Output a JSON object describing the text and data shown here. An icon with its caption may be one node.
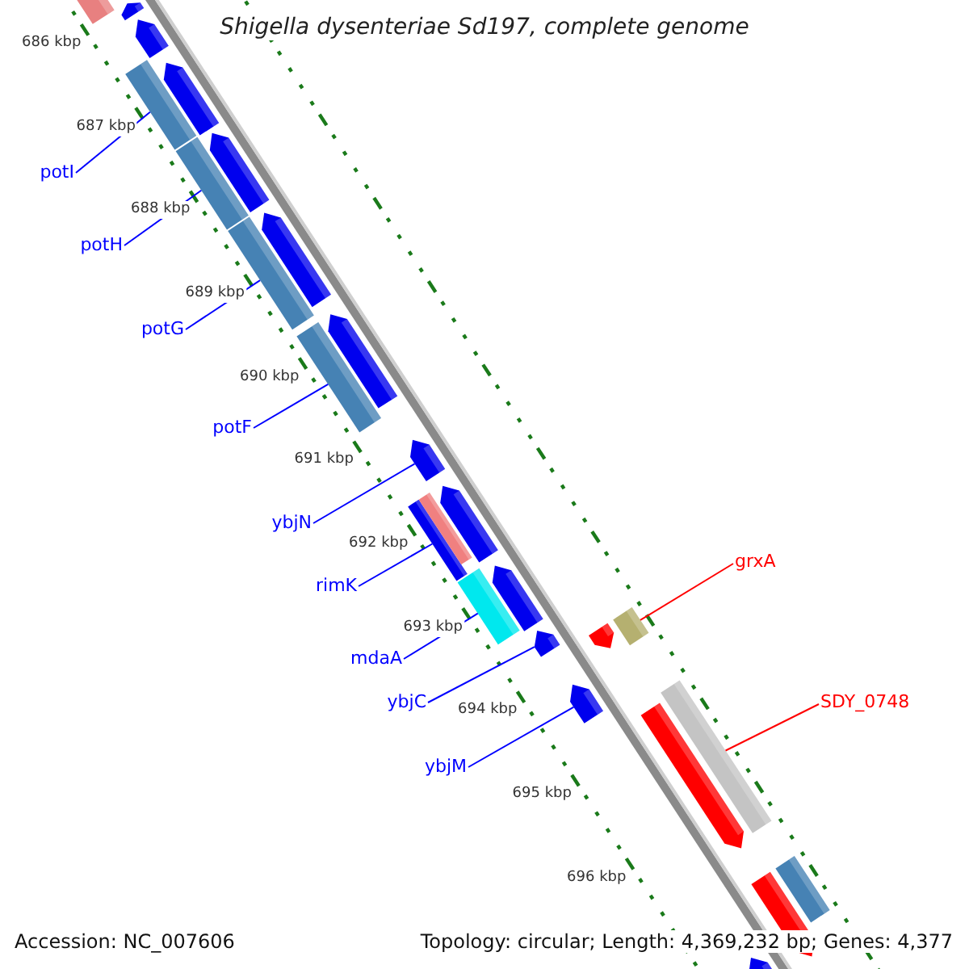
{
  "diagram": {
    "title": "Shigella dysenteriae Sd197, complete genome",
    "nodes": [
      {
        "text": [
          "potI"
        ]
      },
      {
        "text": [
          "potH"
        ]
      },
      {
        "text": [
          "potG"
        ]
      },
      {
        "text": [
          "potF"
        ]
      },
      {
        "text": [
          "ybjN"
        ]
      },
      {
        "text": [
          "rimK"
        ]
      },
      {
        "text": [
          "mdaA"
        ]
      },
      {
        "text": [
          "ybjC"
        ]
      },
      {
        "text": [
          "ybjM"
        ]
      },
      {
        "text": [
          "grxA"
        ]
      },
      {
        "text": [
          "SDY_0748"
        ]
      },
      {
        "text": [],
        "shape": "arrow"
      },
      {
        "text": [],
        "shape": "bar"
      },
      {
        "text": [],
        "shape": "arrow"
      },
      {
        "text": [],
        "shape": "bar"
      },
      {
        "text": [],
        "shape": "arrow"
      },
      {
        "text": [],
        "shape": "bar"
      },
      {
        "text": [],
        "shape": "arrow"
      },
      {
        "text": [],
        "shape": "bar"
      },
      {
        "text": [],
        "shape": "arrow"
      },
      {
        "text": [],
        "shape": "bar"
      },
      {
        "text": [],
        "shape": "arrow"
      },
      {
        "text": [],
        "shape": "arrow"
      },
      {
        "text": [],
        "shape": "bar"
      },
      {
        "text": [],
        "shape": "bar"
      },
      {
        "text": [],
        "shape": "arrow"
      },
      {
        "text": [],
        "shape": "bar"
      },
      {
        "text": [],
        "shape": "arrow"
      },
      {
        "text": [],
        "shape": "arrow"
      },
      {
        "text": [],
        "shape": "arrow"
      },
      {
        "text": [],
        "shape": "bar"
      },
      {
        "text": [],
        "shape": "arrow"
      },
      {
        "text": [],
        "shape": "bar"
      },
      {
        "text": [],
        "shape": "arrow"
      },
      {
        "text": [],
        "shape": "arrow"
      },
      {
        "text": [],
        "shape": "bar"
      },
      {
        "text": [],
        "shape": "arrow"
      }
    ],
    "edges": [
      {
        "from": 0,
        "to": 14,
        "arrow": "none"
      },
      {
        "from": 1,
        "to": 16,
        "arrow": "none"
      },
      {
        "from": 2,
        "to": 18,
        "arrow": "none"
      },
      {
        "from": 3,
        "to": 20,
        "arrow": "none"
      },
      {
        "from": 4,
        "to": 22,
        "arrow": "none"
      },
      {
        "from": 5,
        "to": 23,
        "arrow": "none"
      },
      {
        "from": 6,
        "to": 26,
        "arrow": "none"
      },
      {
        "from": 7,
        "to": 28,
        "arrow": "none"
      },
      {
        "from": 8,
        "to": 31,
        "arrow": "none"
      },
      {
        "from": 9,
        "to": 30,
        "arrow": "none",
        "color": "#ff0000"
      },
      {
        "from": 10,
        "to": 32,
        "arrow": "none",
        "color": "#ff0000"
      }
    ],
    "labels": [
      "686 kbp",
      "687 kbp",
      "688 kbp",
      "689 kbp",
      "690 kbp",
      "691 kbp",
      "692 kbp",
      "693 kbp",
      "694 kbp",
      "695 kbp",
      "696 kbp",
      "Accession: NC_007606",
      "Topology: circular; Length: 4,369,232 bp; Genes: 4,377"
    ]
  }
}
